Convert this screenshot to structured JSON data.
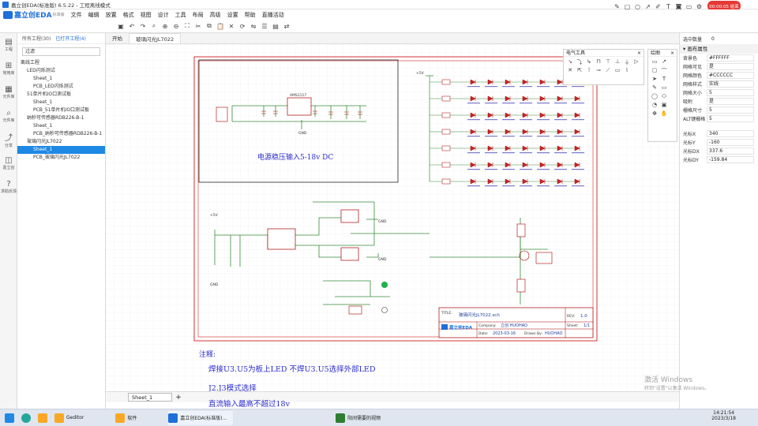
{
  "window": {
    "title": "嘉立创EDA(标准版) 6.5.22 - 工程离线模式"
  },
  "recording": {
    "label": "00:00:05 结束"
  },
  "menu": {
    "brand": "嘉立创EDA",
    "brand_sub": "标准版",
    "items": [
      "文件",
      "编辑",
      "放置",
      "格式",
      "视图",
      "设计",
      "工具",
      "布局",
      "高级",
      "设置",
      "帮助",
      "直播活动"
    ]
  },
  "leftrail": {
    "items": [
      {
        "icon": "folder-icon",
        "label": "工程"
      },
      {
        "icon": "component-icon",
        "label": "常用库"
      },
      {
        "icon": "parts-icon",
        "label": "元件库"
      },
      {
        "icon": "search-icon",
        "label": "元件库"
      },
      {
        "icon": "share-icon",
        "label": "分享"
      },
      {
        "icon": "community-icon",
        "label": "嘉立创"
      },
      {
        "icon": "help-icon",
        "label": "求助反馈"
      }
    ]
  },
  "panel": {
    "tabs": [
      "所有工程(30)",
      "已打开工程(4)"
    ],
    "filter": "过滤",
    "tree": [
      {
        "text": "离线工程",
        "level": 0,
        "sel": false
      },
      {
        "text": "LED闪烁测试",
        "level": 1,
        "sel": false
      },
      {
        "text": "Sheet_1",
        "level": 2,
        "sel": false
      },
      {
        "text": "PCB_LED闪烁测试",
        "level": 2,
        "sel": false
      },
      {
        "text": "51单片机IO口测试板",
        "level": 1,
        "sel": false
      },
      {
        "text": "Sheet_1",
        "level": 2,
        "sel": false
      },
      {
        "text": "PCB_51单片机IO口测试板",
        "level": 2,
        "sel": false
      },
      {
        "text": "纳秒可传感器RDB226-B-1",
        "level": 1,
        "sel": false
      },
      {
        "text": "Sheet_1",
        "level": 2,
        "sel": false
      },
      {
        "text": "PCB_纳秒可传感器RDB226-B-1",
        "level": 2,
        "sel": false
      },
      {
        "text": "玻璃闪光JL7022",
        "level": 1,
        "sel": false
      },
      {
        "text": "Sheet_1",
        "level": 2,
        "sel": true
      },
      {
        "text": "PCB_玻璃闪光JL7022",
        "level": 2,
        "sel": false
      }
    ]
  },
  "doctabs": [
    "开始",
    "玻璃闪光JL7022"
  ],
  "schematic": {
    "power_label": "电源稳压输入5-18v DC",
    "notes_title": "注释:",
    "notes": [
      "焊接U3.U5为板上LED 不焊U3.U5选择外部LED",
      "J2.J3模式选择",
      "直流输入最高不超过18v"
    ],
    "title_block": {
      "title_label": "TITLE:",
      "title": "玻璃闪光JL7022.sch",
      "rev_label": "REV:",
      "rev": "1.0",
      "company_label": "Company:",
      "company": "立创 HUOHAO",
      "date_label": "Date:",
      "date": "2023-03-16",
      "drawn_label": "Drawn By:",
      "drawn": "HUOHAO",
      "sheet_label": "Sheet:",
      "sheet": "1/1",
      "logo": "嘉立创EDA"
    },
    "gnd": "GND",
    "vcc": "+5V",
    "reg_label": "AMS1117"
  },
  "floating": {
    "wiring_title": "电气工具",
    "drawing_title": "绘图"
  },
  "sheetbar": {
    "sheet": "Sheet_1"
  },
  "properties": {
    "selected_label": "选中数量",
    "selected_count": "0",
    "section": "画布属性",
    "rows": [
      {
        "k": "背景色",
        "v": "#FFFFFF"
      },
      {
        "k": "网格可见",
        "v": "是"
      },
      {
        "k": "网格颜色",
        "v": "#CCCCCC"
      },
      {
        "k": "网格样式",
        "v": "实线"
      },
      {
        "k": "网格大小",
        "v": "5"
      },
      {
        "k": "吸附",
        "v": "是"
      },
      {
        "k": "栅格尺寸",
        "v": "5"
      },
      {
        "k": "ALT键栅格",
        "v": "5"
      }
    ],
    "coords": [
      {
        "k": "光标X",
        "v": "340"
      },
      {
        "k": "光标Y",
        "v": "-160"
      },
      {
        "k": "光标DX",
        "v": "337.6"
      },
      {
        "k": "光标DY",
        "v": "-159.84"
      }
    ]
  },
  "watermark": {
    "line1": "激活 Windows",
    "line2": "转到\"设置\"以激活 Windows。"
  },
  "taskbar": {
    "apps": [
      "Geditor",
      "软件",
      "嘉立创EDA(标准版)..."
    ],
    "tray": "阳间需要的视频",
    "time": "14:21:54",
    "date": "2023/3/18"
  }
}
